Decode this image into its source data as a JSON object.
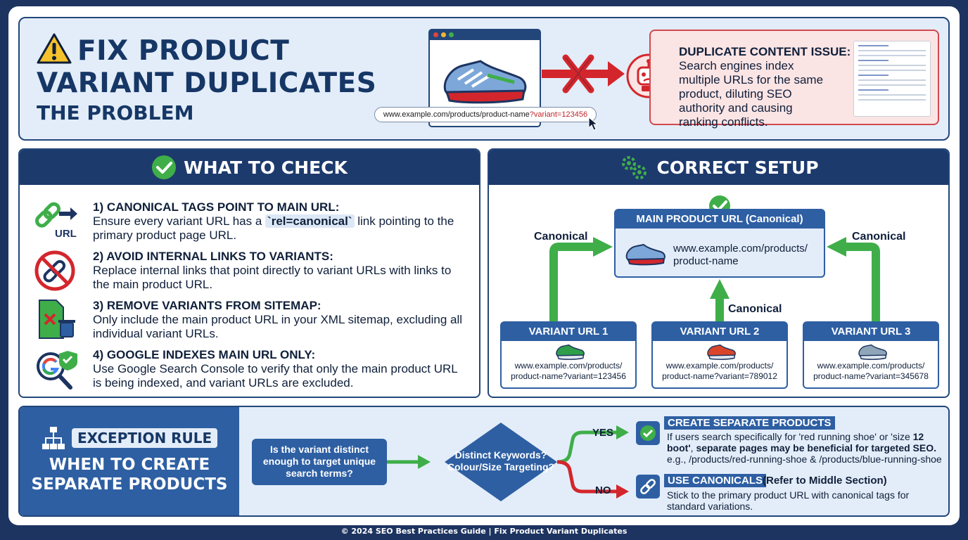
{
  "colors": {
    "navy": "#1d3a6d",
    "blue": "#2e5fa3",
    "green": "#3fae49",
    "red": "#d3262c",
    "light": "#e3edf9"
  },
  "header": {
    "title_line1": "FIX PRODUCT",
    "title_line2": "VARIANT DUPLICATES",
    "subtitle": "THE PROBLEM",
    "example_url_base": "www.example.com/products/product-name",
    "example_url_param": "?variant=123456",
    "issue_title": "DUPLICATE CONTENT ISSUE:",
    "issue_text": "Search engines index multiple URLs for the same product, diluting SEO authority and causing ranking conflicts."
  },
  "check": {
    "heading": "WHAT TO CHECK",
    "items": [
      {
        "title": "1) CANONICAL TAGS POINT TO MAIN URL:",
        "text_before": "Ensure every variant URL has a ",
        "code": "`rel=canonical`",
        "text_after": " link pointing to the primary product page URL.",
        "icon": "link-url-icon",
        "icon_label": "URL"
      },
      {
        "title": "2) AVOID INTERNAL LINKS TO VARIANTS:",
        "text": "Replace internal links that point directly to variant URLs with links to the main product URL.",
        "icon": "no-link-icon"
      },
      {
        "title": "3) REMOVE VARIANTS FROM SITEMAP:",
        "text": "Only include the main product URL in your XML sitemap, excluding all individual variant URLs.",
        "icon": "sitemap-delete-icon"
      },
      {
        "title": "4) GOOGLE INDEXES MAIN URL ONLY:",
        "text": "Use Google Search Console to verify that only the main product URL is being indexed, and variant URLs are excluded.",
        "icon": "google-search-icon"
      }
    ]
  },
  "setup": {
    "heading": "CORRECT SETUP",
    "main_title": "MAIN PRODUCT URL (Canonical)",
    "main_url_line1": "www.example.com/products/",
    "main_url_line2": "product-name",
    "canonical_label": "Canonical",
    "variants": [
      {
        "title": "VARIANT URL 1",
        "url_line1": "www.example.com/products/",
        "url_line2": "product-name?variant=123456",
        "shoe_color": "#2f9e4a"
      },
      {
        "title": "VARIANT URL 2",
        "url_line1": "www.example.com/products/",
        "url_line2": "product-name?variant=789012",
        "shoe_color": "#d9452a"
      },
      {
        "title": "VARIANT URL 3",
        "url_line1": "www.example.com/products/",
        "url_line2": "product-name?variant=345678",
        "shoe_color": "#8fa6b8"
      }
    ]
  },
  "exception": {
    "tag": "EXCEPTION RULE",
    "sub_line1": "WHEN TO CREATE",
    "sub_line2": "SEPARATE PRODUCTS",
    "question": "Is the variant distinct enough to target unique search terms?",
    "decision_line1": "Distinct Keywords?",
    "decision_line2": "Colour/Size Targeting?",
    "yes_label": "YES",
    "no_label": "NO",
    "yes_title": "CREATE SEPARATE PRODUCTS",
    "yes_text_a": "If users search specifically for 'red running shoe' or 'size ",
    "yes_text_b": "12 boot'",
    "yes_text_c": ", ",
    "yes_text_d": "separate pages may be beneficial for targeted SEO.",
    "yes_text_e": "e.g., /products/red-running-shoe & /products/blue-running-shoe",
    "no_title": "USE CANONICALS",
    "no_ref": "(Refer to Middle Section)",
    "no_text": "Stick to the primary product URL with canonical tags for standard variations."
  },
  "footer": "© 2024 SEO Best Practices Guide | Fix Product Variant Duplicates"
}
